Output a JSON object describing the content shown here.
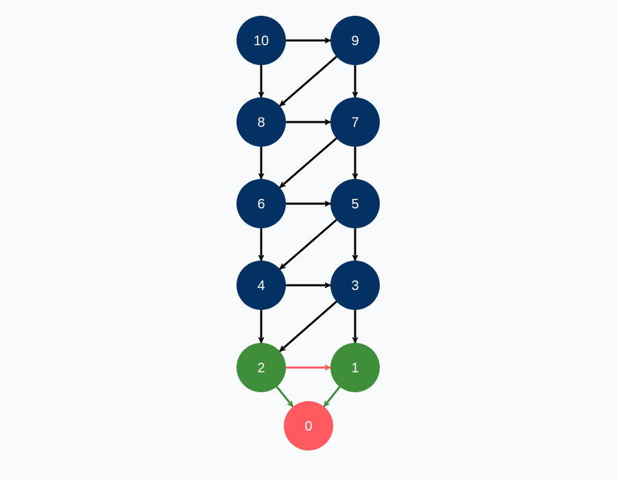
{
  "colors": {
    "background": "#f8fafc",
    "node_default": "#033163",
    "node_base": "#3f8f3a",
    "node_target": "#ff5a5f",
    "edge_default": "#000000",
    "edge_highlight": "#ff5a5f",
    "edge_base": "#3f8f3a"
  },
  "nodes": [
    {
      "id": "n10",
      "label": "10",
      "role": "default"
    },
    {
      "id": "n9",
      "label": "9",
      "role": "default"
    },
    {
      "id": "n8",
      "label": "8",
      "role": "default"
    },
    {
      "id": "n7",
      "label": "7",
      "role": "default"
    },
    {
      "id": "n6",
      "label": "6",
      "role": "default"
    },
    {
      "id": "n5",
      "label": "5",
      "role": "default"
    },
    {
      "id": "n4",
      "label": "4",
      "role": "default"
    },
    {
      "id": "n3",
      "label": "3",
      "role": "default"
    },
    {
      "id": "n2",
      "label": "2",
      "role": "base"
    },
    {
      "id": "n1",
      "label": "1",
      "role": "base"
    },
    {
      "id": "n0",
      "label": "0",
      "role": "target"
    }
  ],
  "edges": [
    {
      "from": "n10",
      "to": "n9",
      "style": "default"
    },
    {
      "from": "n10",
      "to": "n8",
      "style": "default"
    },
    {
      "from": "n9",
      "to": "n8",
      "style": "default"
    },
    {
      "from": "n9",
      "to": "n7",
      "style": "default"
    },
    {
      "from": "n8",
      "to": "n7",
      "style": "default"
    },
    {
      "from": "n8",
      "to": "n6",
      "style": "default"
    },
    {
      "from": "n7",
      "to": "n6",
      "style": "default"
    },
    {
      "from": "n7",
      "to": "n5",
      "style": "default"
    },
    {
      "from": "n6",
      "to": "n5",
      "style": "default"
    },
    {
      "from": "n6",
      "to": "n4",
      "style": "default"
    },
    {
      "from": "n5",
      "to": "n4",
      "style": "default"
    },
    {
      "from": "n5",
      "to": "n3",
      "style": "default"
    },
    {
      "from": "n4",
      "to": "n3",
      "style": "default"
    },
    {
      "from": "n4",
      "to": "n2",
      "style": "default"
    },
    {
      "from": "n3",
      "to": "n2",
      "style": "default"
    },
    {
      "from": "n3",
      "to": "n1",
      "style": "default"
    },
    {
      "from": "n2",
      "to": "n1",
      "style": "highlight"
    },
    {
      "from": "n2",
      "to": "n0",
      "style": "base"
    },
    {
      "from": "n1",
      "to": "n0",
      "style": "base"
    }
  ]
}
